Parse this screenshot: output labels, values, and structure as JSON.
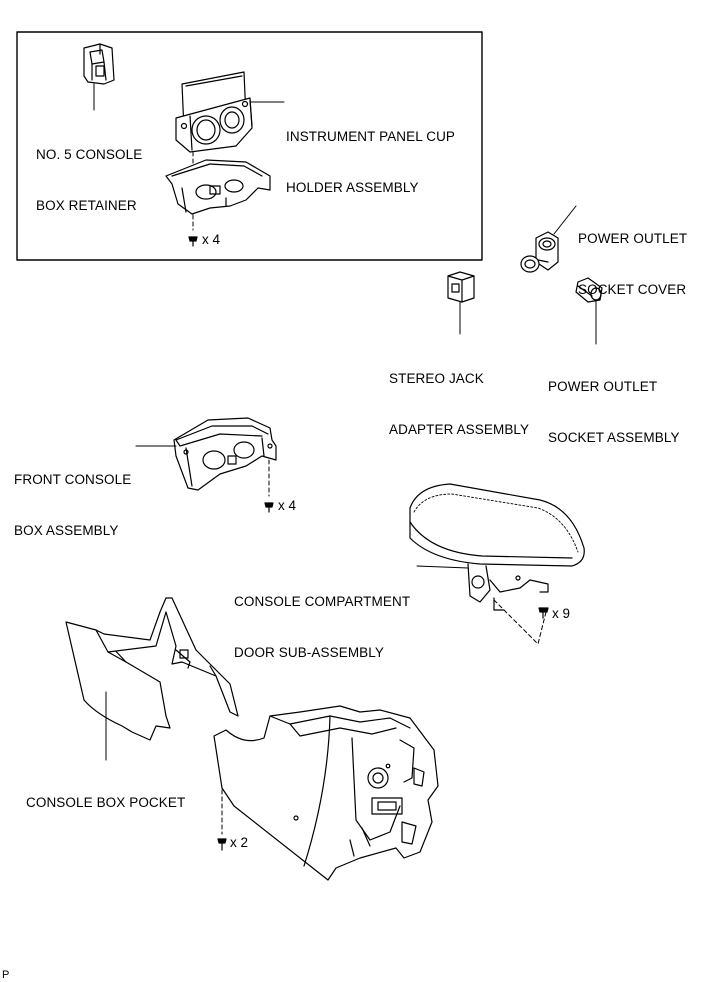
{
  "labels": {
    "console_retainer": [
      "NO. 5 CONSOLE",
      "BOX RETAINER"
    ],
    "cup_holder": [
      "INSTRUMENT PANEL CUP",
      "HOLDER ASSEMBLY"
    ],
    "outlet_cover": [
      "POWER OUTLET",
      "SOCKET COVER"
    ],
    "stereo_jack": [
      "STEREO JACK",
      "ADAPTER ASSEMBLY"
    ],
    "outlet_socket": [
      "POWER OUTLET",
      "SOCKET ASSEMBLY"
    ],
    "front_console_box": [
      "FRONT CONSOLE",
      "BOX ASSEMBLY"
    ],
    "compartment_door": [
      "CONSOLE COMPARTMENT",
      "DOOR SUB-ASSEMBLY"
    ],
    "box_pocket": [
      "CONSOLE BOX POCKET"
    ]
  },
  "quantities": {
    "cup_holder_clips": "x 4",
    "front_box_clips": "x 4",
    "door_screws": "x 9",
    "console_clips": "x 2"
  },
  "page_code": "P"
}
